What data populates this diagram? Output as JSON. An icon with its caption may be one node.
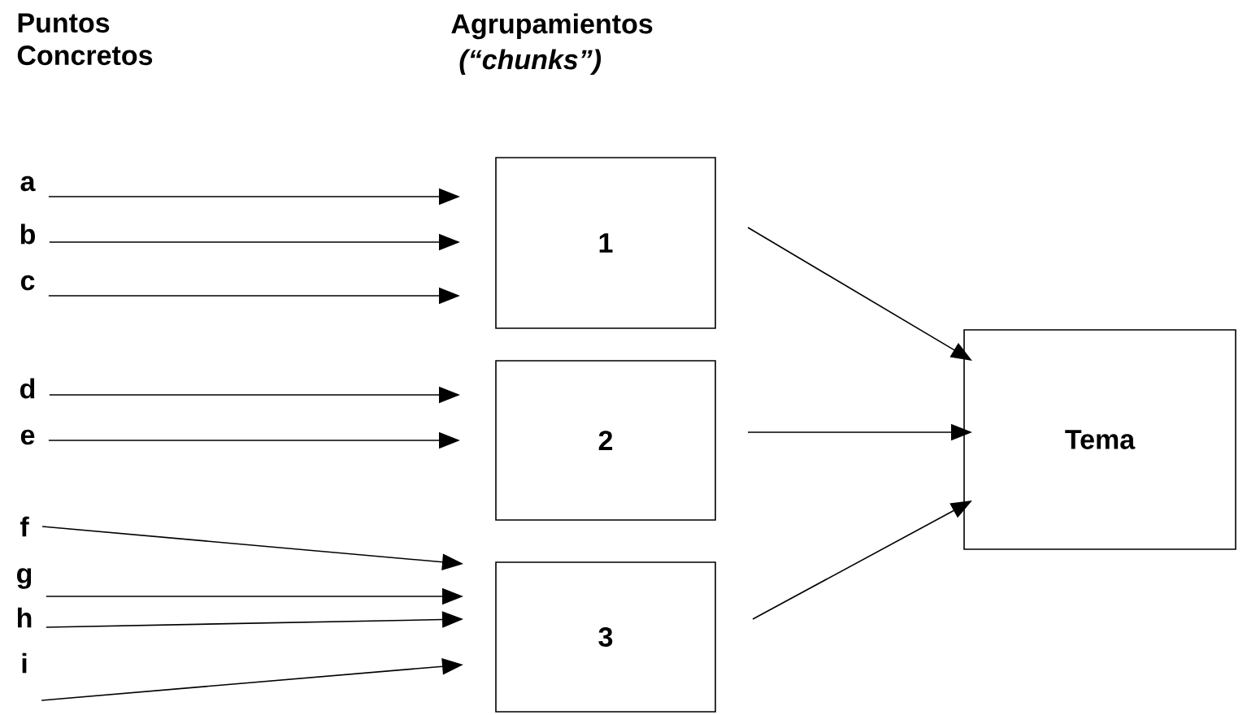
{
  "diagram": {
    "nodes": [
      {
        "text": [
          "a"
        ]
      },
      {
        "text": [
          "b"
        ]
      },
      {
        "text": [
          "c"
        ]
      },
      {
        "text": [
          "d"
        ]
      },
      {
        "text": [
          "e"
        ]
      },
      {
        "text": [
          "f"
        ]
      },
      {
        "text": [
          "g"
        ]
      },
      {
        "text": [
          "h"
        ]
      },
      {
        "text": [
          "i"
        ]
      },
      {
        "text": [
          "1"
        ]
      },
      {
        "text": [
          "2"
        ]
      },
      {
        "text": [
          "3"
        ]
      },
      {
        "text": [
          "Tema"
        ]
      }
    ],
    "edges": [
      {
        "from": 0,
        "to": 9,
        "arrow": "to"
      },
      {
        "from": 1,
        "to": 9,
        "arrow": "to"
      },
      {
        "from": 2,
        "to": 9,
        "arrow": "to"
      },
      {
        "from": 3,
        "to": 10,
        "arrow": "to"
      },
      {
        "from": 4,
        "to": 10,
        "arrow": "to"
      },
      {
        "from": 5,
        "to": 11,
        "arrow": "to"
      },
      {
        "from": 6,
        "to": 11,
        "arrow": "to"
      },
      {
        "from": 7,
        "to": 11,
        "arrow": "to"
      },
      {
        "from": 8,
        "to": 11,
        "arrow": "to"
      },
      {
        "from": 9,
        "to": 12,
        "arrow": "to"
      },
      {
        "from": 10,
        "to": 12,
        "arrow": "to"
      },
      {
        "from": 11,
        "to": 12,
        "arrow": "to"
      }
    ],
    "labels": [
      "Puntos Concretos",
      "Agrupamientos",
      "(“chunks”)"
    ]
  }
}
